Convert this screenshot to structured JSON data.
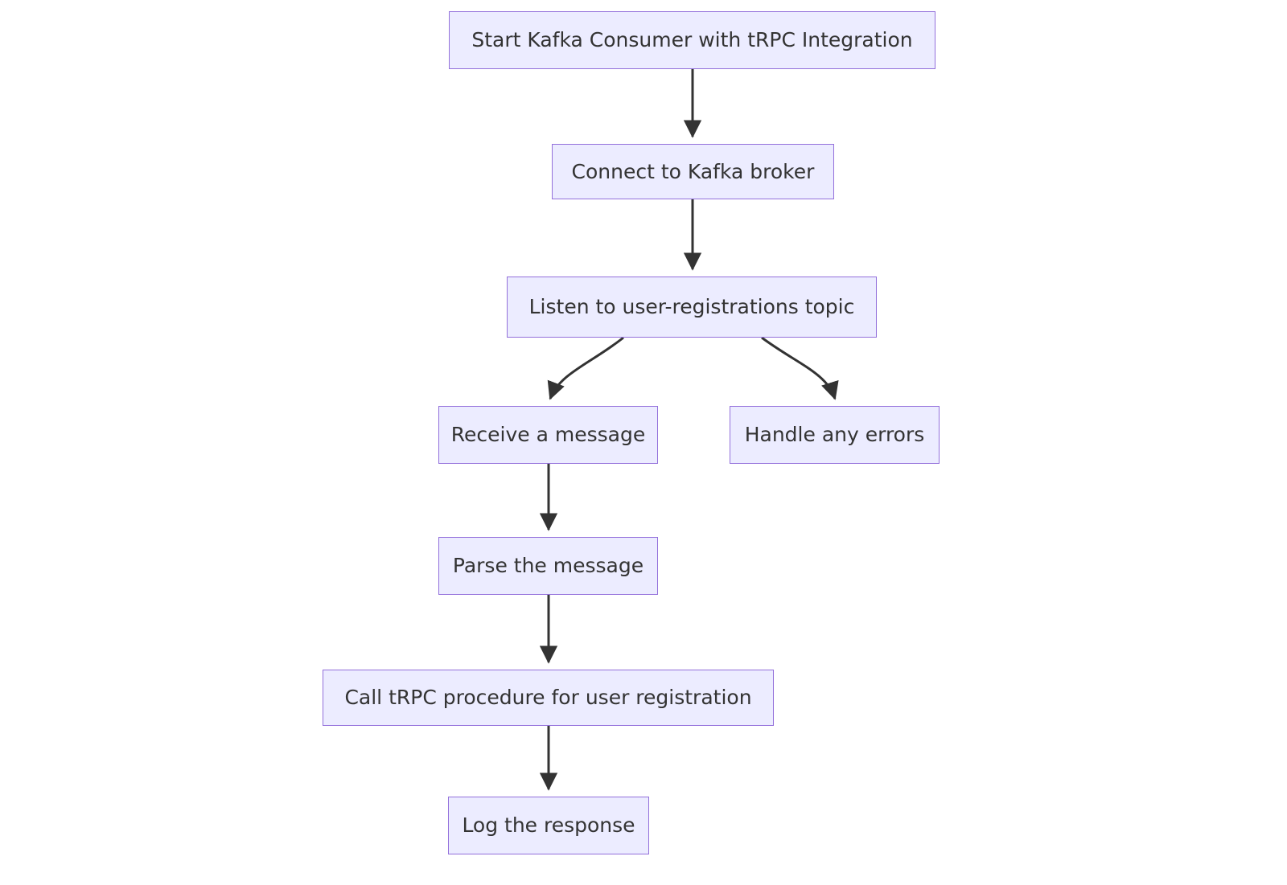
{
  "diagram": {
    "type": "flowchart",
    "direction": "top-down",
    "nodes": [
      {
        "id": "start",
        "label": "Start Kafka Consumer with tRPC Integration"
      },
      {
        "id": "connect",
        "label": "Connect to Kafka broker"
      },
      {
        "id": "listen",
        "label": "Listen to user-registrations topic"
      },
      {
        "id": "receive",
        "label": "Receive a message"
      },
      {
        "id": "errors",
        "label": "Handle any errors"
      },
      {
        "id": "parse",
        "label": "Parse the message"
      },
      {
        "id": "call",
        "label": "Call tRPC procedure for user registration"
      },
      {
        "id": "log",
        "label": "Log the response"
      }
    ],
    "edges": [
      {
        "from": "start",
        "to": "connect"
      },
      {
        "from": "connect",
        "to": "listen"
      },
      {
        "from": "listen",
        "to": "receive"
      },
      {
        "from": "listen",
        "to": "errors"
      },
      {
        "from": "receive",
        "to": "parse"
      },
      {
        "from": "parse",
        "to": "call"
      },
      {
        "from": "call",
        "to": "log"
      }
    ],
    "colors": {
      "node_fill": "#ECECFF",
      "node_border": "#9370DB",
      "text": "#333333",
      "edge": "#333333",
      "background": "#FFFFFF"
    }
  }
}
